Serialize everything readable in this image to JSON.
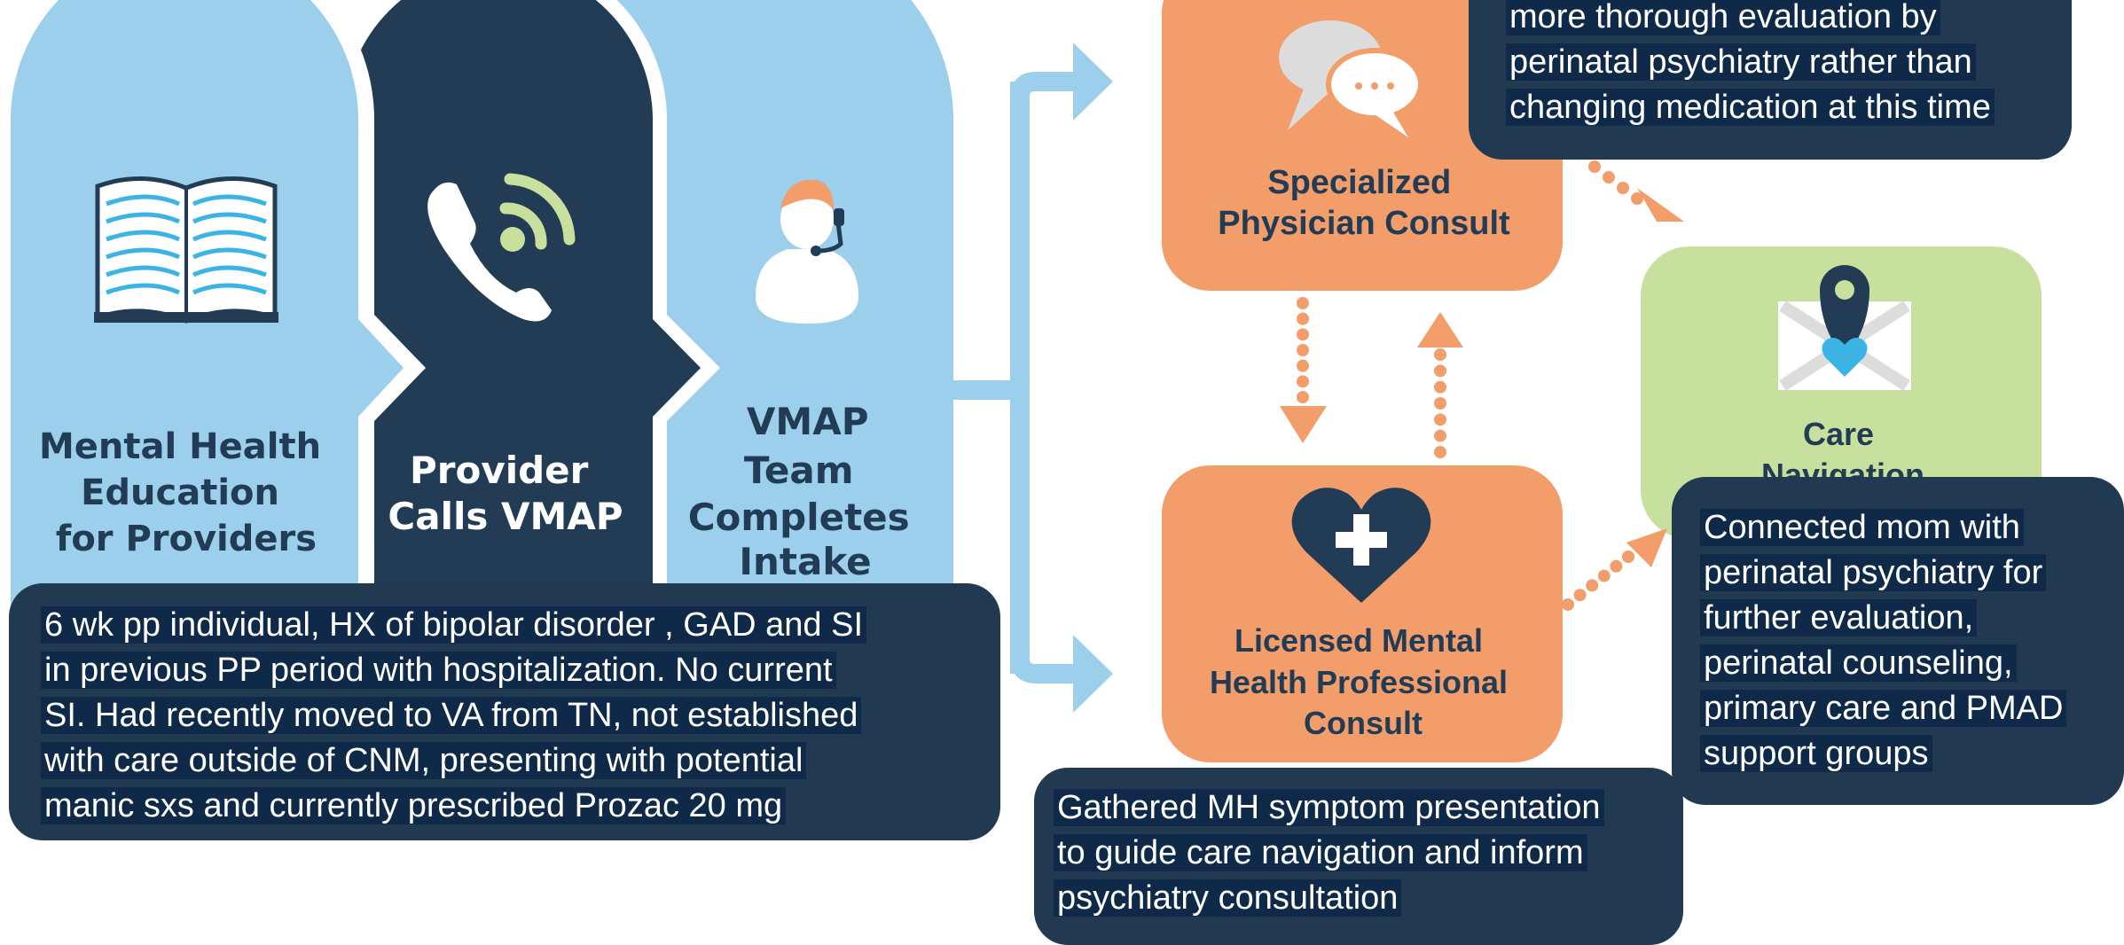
{
  "colors": {
    "light_blue": "#9bcfeb",
    "navy": "#223c55",
    "orange": "#f29d6a",
    "green": "#c7e09d",
    "callout_bg": "#213a52"
  },
  "steps": [
    {
      "icon": "book-icon",
      "label_lines": [
        "Mental Health",
        "Education",
        "for Providers"
      ]
    },
    {
      "icon": "phone-icon",
      "label_lines": [
        "Provider",
        "Calls VMAP"
      ]
    },
    {
      "icon": "headset-person-icon",
      "label_lines": [
        "VMAP",
        "Team",
        "Completes",
        "Intake"
      ]
    }
  ],
  "nodes": {
    "physician_consult": {
      "icon": "chat-bubbles-icon",
      "label_lines": [
        "Specialized",
        "Physician Consult"
      ]
    },
    "mental_health_consult": {
      "icon": "heart-plus-icon",
      "label_lines": [
        "Licensed Mental",
        "Health Professional",
        "Consult"
      ]
    },
    "care_navigation": {
      "icon": "map-pin-icon",
      "label_lines": [
        "Care",
        "Navigation"
      ]
    }
  },
  "callouts": {
    "case": {
      "lines": [
        "6 wk pp individual, HX of bipolar disorder , GAD and SI",
        "in previous PP period with hospitalization. No current",
        "SI. Had recently moved to VA from TN, not established",
        "with care outside of CNM, presenting with potential",
        "manic sxs and currently prescribed Prozac 20 mg"
      ]
    },
    "physician": {
      "lines": [
        "more thorough evaluation by",
        "perinatal psychiatry rather than",
        "changing medication at this time"
      ]
    },
    "navigation": {
      "lines": [
        "Connected mom with",
        "perinatal psychiatry for",
        "further evaluation,",
        "perinatal counseling,",
        "primary care and PMAD",
        "support groups"
      ]
    },
    "mental_health": {
      "lines": [
        "Gathered MH symptom presentation",
        "to guide care navigation and inform",
        "psychiatry consultation"
      ]
    }
  }
}
